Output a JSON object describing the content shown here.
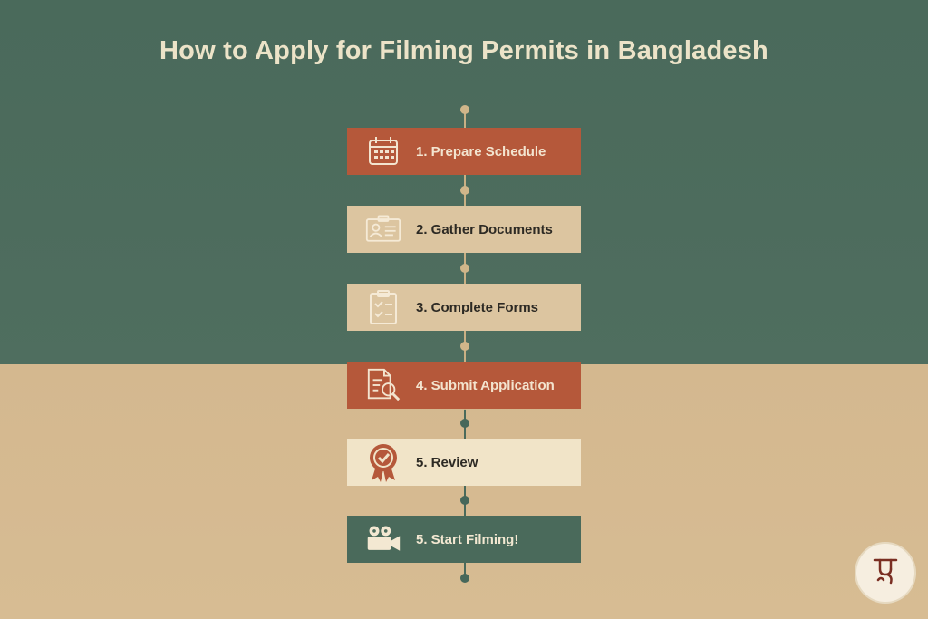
{
  "title": "How to Apply for Filming Permits in Bangladesh",
  "steps": [
    {
      "label": "1. Prepare Schedule",
      "icon": "calendar-icon",
      "style": "orange"
    },
    {
      "label": "2. Gather Documents",
      "icon": "id-card-icon",
      "style": "tan"
    },
    {
      "label": "3. Complete Forms",
      "icon": "clipboard-checklist-icon",
      "style": "tan"
    },
    {
      "label": "4. Submit Application",
      "icon": "document-search-icon",
      "style": "orange"
    },
    {
      "label": "5. Review",
      "icon": "badge-check-icon",
      "style": "cream"
    },
    {
      "label": "5. Start Filming!",
      "icon": "movie-camera-icon",
      "style": "green"
    }
  ],
  "colors": {
    "green": "#4a6a5b",
    "sand": "#d4b88f",
    "orange": "#b5583a",
    "tan": "#dcc5a0",
    "cream": "#f1e4c8",
    "title": "#ece3c8"
  },
  "logo": {
    "icon": "brand-logo-icon"
  }
}
